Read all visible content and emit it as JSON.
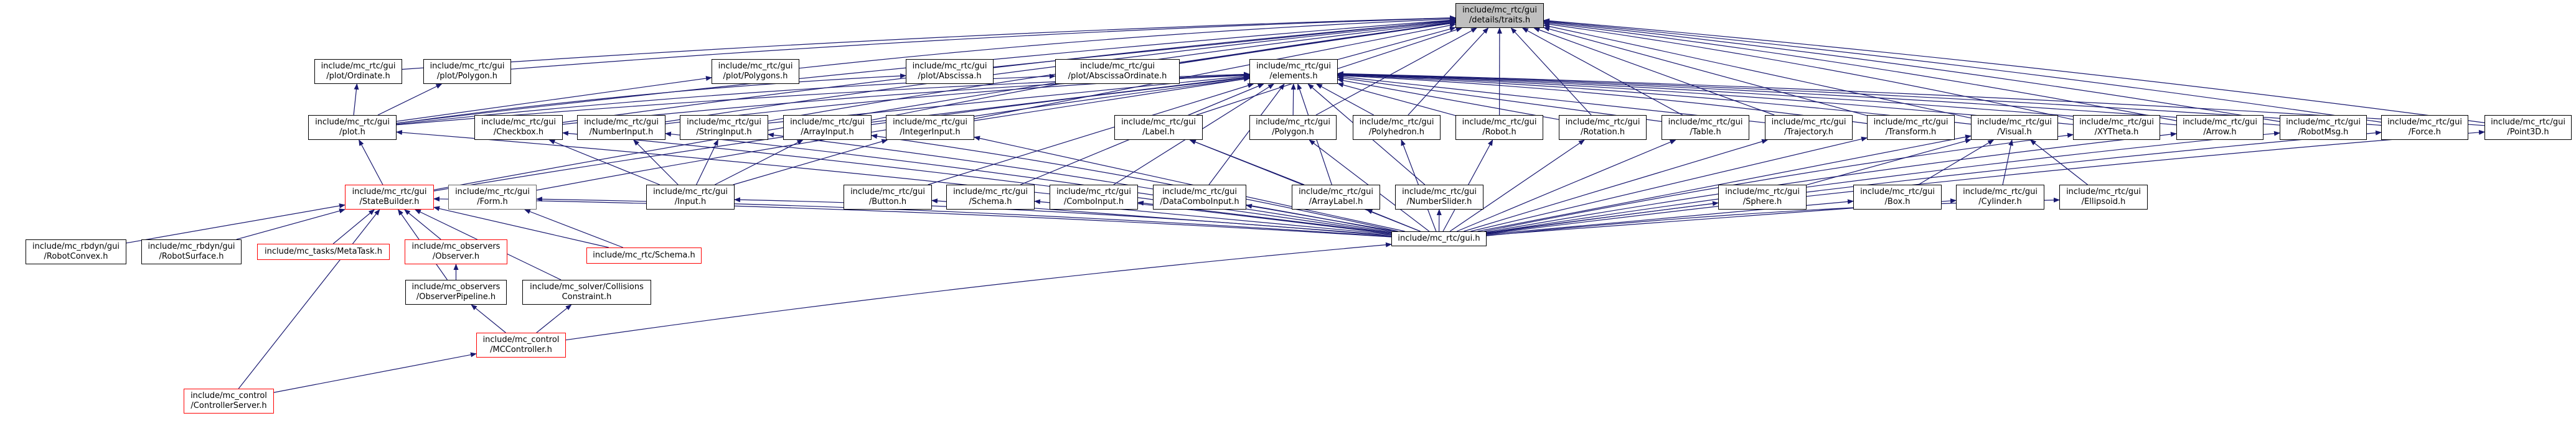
{
  "diagram": {
    "title": "include/mc_rtc/gui/details/traits.h include dependency graph",
    "edge_color": "#191970",
    "nodes": [
      {
        "id": "traits",
        "lines": [
          "include/mc_rtc/gui",
          "/details/traits.h"
        ],
        "style": "current"
      },
      {
        "id": "plot_ordinate",
        "lines": [
          "include/mc_rtc/gui",
          "/plot/Ordinate.h"
        ],
        "style": "normal"
      },
      {
        "id": "plot_polygon",
        "lines": [
          "include/mc_rtc/gui",
          "/plot/Polygon.h"
        ],
        "style": "normal"
      },
      {
        "id": "plot_polygons",
        "lines": [
          "include/mc_rtc/gui",
          "/plot/Polygons.h"
        ],
        "style": "normal"
      },
      {
        "id": "plot_abscissa",
        "lines": [
          "include/mc_rtc/gui",
          "/plot/Abscissa.h"
        ],
        "style": "normal"
      },
      {
        "id": "plot_abscissaordinate",
        "lines": [
          "include/mc_rtc/gui",
          "/plot/AbscissaOrdinate.h"
        ],
        "style": "normal"
      },
      {
        "id": "elements",
        "lines": [
          "include/mc_rtc/gui",
          "/elements.h"
        ],
        "style": "normal"
      },
      {
        "id": "plot",
        "lines": [
          "include/mc_rtc/gui",
          "/plot.h"
        ],
        "style": "normal"
      },
      {
        "id": "checkbox",
        "lines": [
          "include/mc_rtc/gui",
          "/Checkbox.h"
        ],
        "style": "normal"
      },
      {
        "id": "numberinput",
        "lines": [
          "include/mc_rtc/gui",
          "/NumberInput.h"
        ],
        "style": "normal"
      },
      {
        "id": "stringinput",
        "lines": [
          "include/mc_rtc/gui",
          "/StringInput.h"
        ],
        "style": "normal"
      },
      {
        "id": "arrayinput",
        "lines": [
          "include/mc_rtc/gui",
          "/ArrayInput.h"
        ],
        "style": "normal"
      },
      {
        "id": "integerinput",
        "lines": [
          "include/mc_rtc/gui",
          "/IntegerInput.h"
        ],
        "style": "normal"
      },
      {
        "id": "label",
        "lines": [
          "include/mc_rtc/gui",
          "/Label.h"
        ],
        "style": "normal"
      },
      {
        "id": "polygon",
        "lines": [
          "include/mc_rtc/gui",
          "/Polygon.h"
        ],
        "style": "normal"
      },
      {
        "id": "polyhedron",
        "lines": [
          "include/mc_rtc/gui",
          "/Polyhedron.h"
        ],
        "style": "normal"
      },
      {
        "id": "robot",
        "lines": [
          "include/mc_rtc/gui",
          "/Robot.h"
        ],
        "style": "normal"
      },
      {
        "id": "rotation",
        "lines": [
          "include/mc_rtc/gui",
          "/Rotation.h"
        ],
        "style": "normal"
      },
      {
        "id": "table",
        "lines": [
          "include/mc_rtc/gui",
          "/Table.h"
        ],
        "style": "normal"
      },
      {
        "id": "trajectory",
        "lines": [
          "include/mc_rtc/gui",
          "/Trajectory.h"
        ],
        "style": "normal"
      },
      {
        "id": "transform",
        "lines": [
          "include/mc_rtc/gui",
          "/Transform.h"
        ],
        "style": "normal"
      },
      {
        "id": "visual",
        "lines": [
          "include/mc_rtc/gui",
          "/Visual.h"
        ],
        "style": "normal"
      },
      {
        "id": "xytheta",
        "lines": [
          "include/mc_rtc/gui",
          "/XYTheta.h"
        ],
        "style": "normal"
      },
      {
        "id": "arrow",
        "lines": [
          "include/mc_rtc/gui",
          "/Arrow.h"
        ],
        "style": "normal"
      },
      {
        "id": "robotmsg",
        "lines": [
          "include/mc_rtc/gui",
          "/RobotMsg.h"
        ],
        "style": "normal"
      },
      {
        "id": "force",
        "lines": [
          "include/mc_rtc/gui",
          "/Force.h"
        ],
        "style": "normal"
      },
      {
        "id": "point3d",
        "lines": [
          "include/mc_rtc/gui",
          "/Point3D.h"
        ],
        "style": "normal"
      },
      {
        "id": "statebuilder",
        "lines": [
          "include/mc_rtc/gui",
          "/StateBuilder.h"
        ],
        "style": "red"
      },
      {
        "id": "form",
        "lines": [
          "include/mc_rtc/gui",
          "/Form.h"
        ],
        "style": "grey"
      },
      {
        "id": "input",
        "lines": [
          "include/mc_rtc/gui",
          "/Input.h"
        ],
        "style": "normal"
      },
      {
        "id": "button",
        "lines": [
          "include/mc_rtc/gui",
          "/Button.h"
        ],
        "style": "normal"
      },
      {
        "id": "gui_schema",
        "lines": [
          "include/mc_rtc/gui",
          "/Schema.h"
        ],
        "style": "normal"
      },
      {
        "id": "comboinput",
        "lines": [
          "include/mc_rtc/gui",
          "/ComboInput.h"
        ],
        "style": "normal"
      },
      {
        "id": "datacomboinput",
        "lines": [
          "include/mc_rtc/gui",
          "/DataComboInput.h"
        ],
        "style": "normal"
      },
      {
        "id": "arraylabel",
        "lines": [
          "include/mc_rtc/gui",
          "/ArrayLabel.h"
        ],
        "style": "normal"
      },
      {
        "id": "numberslider",
        "lines": [
          "include/mc_rtc/gui",
          "/NumberSlider.h"
        ],
        "style": "normal"
      },
      {
        "id": "sphere",
        "lines": [
          "include/mc_rtc/gui",
          "/Sphere.h"
        ],
        "style": "normal"
      },
      {
        "id": "box",
        "lines": [
          "include/mc_rtc/gui",
          "/Box.h"
        ],
        "style": "normal"
      },
      {
        "id": "cylinder",
        "lines": [
          "include/mc_rtc/gui",
          "/Cylinder.h"
        ],
        "style": "normal"
      },
      {
        "id": "ellipsoid",
        "lines": [
          "include/mc_rtc/gui",
          "/Ellipsoid.h"
        ],
        "style": "normal"
      },
      {
        "id": "robotconvex",
        "lines": [
          "include/mc_rbdyn/gui",
          "/RobotConvex.h"
        ],
        "style": "normal"
      },
      {
        "id": "robotsurface",
        "lines": [
          "include/mc_rbdyn/gui",
          "/RobotSurface.h"
        ],
        "style": "normal"
      },
      {
        "id": "metatask",
        "lines": [
          "include/mc_tasks/MetaTask.h"
        ],
        "style": "red"
      },
      {
        "id": "observer",
        "lines": [
          "include/mc_observers",
          "/Observer.h"
        ],
        "style": "red"
      },
      {
        "id": "rtc_schema",
        "lines": [
          "include/mc_rtc/Schema.h"
        ],
        "style": "red"
      },
      {
        "id": "gui",
        "lines": [
          "include/mc_rtc/gui.h"
        ],
        "style": "normal"
      },
      {
        "id": "observerpipeline",
        "lines": [
          "include/mc_observers",
          "/ObserverPipeline.h"
        ],
        "style": "normal"
      },
      {
        "id": "collisionsconstraint",
        "lines": [
          "include/mc_solver/Collisions",
          "Constraint.h"
        ],
        "style": "normal"
      },
      {
        "id": "mccontroller",
        "lines": [
          "include/mc_control",
          "/MCController.h"
        ],
        "style": "red"
      },
      {
        "id": "controllerserver",
        "lines": [
          "include/mc_control",
          "/ControllerServer.h"
        ],
        "style": "red"
      }
    ],
    "edges": [
      [
        "elements",
        "traits"
      ],
      [
        "plot_ordinate",
        "traits"
      ],
      [
        "plot_polygon",
        "traits"
      ],
      [
        "plot_polygons",
        "traits"
      ],
      [
        "plot_abscissa",
        "traits"
      ],
      [
        "plot_abscissaordinate",
        "traits"
      ],
      [
        "plot",
        "traits"
      ],
      [
        "checkbox",
        "traits"
      ],
      [
        "numberinput",
        "traits"
      ],
      [
        "stringinput",
        "traits"
      ],
      [
        "arrayinput",
        "traits"
      ],
      [
        "integerinput",
        "traits"
      ],
      [
        "label",
        "traits"
      ],
      [
        "polygon",
        "traits"
      ],
      [
        "polyhedron",
        "traits"
      ],
      [
        "robot",
        "traits"
      ],
      [
        "rotation",
        "traits"
      ],
      [
        "table",
        "traits"
      ],
      [
        "trajectory",
        "traits"
      ],
      [
        "transform",
        "traits"
      ],
      [
        "visual",
        "traits"
      ],
      [
        "xytheta",
        "traits"
      ],
      [
        "arrow",
        "traits"
      ],
      [
        "robotmsg",
        "traits"
      ],
      [
        "force",
        "traits"
      ],
      [
        "point3d",
        "traits"
      ],
      [
        "statebuilder",
        "traits"
      ],
      [
        "plot",
        "plot_ordinate"
      ],
      [
        "plot",
        "plot_polygon"
      ],
      [
        "plot",
        "plot_polygons"
      ],
      [
        "plot",
        "plot_abscissa"
      ],
      [
        "plot",
        "plot_abscissaordinate"
      ],
      [
        "plot",
        "elements"
      ],
      [
        "checkbox",
        "elements"
      ],
      [
        "numberinput",
        "elements"
      ],
      [
        "stringinput",
        "elements"
      ],
      [
        "arrayinput",
        "elements"
      ],
      [
        "integerinput",
        "elements"
      ],
      [
        "label",
        "elements"
      ],
      [
        "polygon",
        "elements"
      ],
      [
        "polyhedron",
        "elements"
      ],
      [
        "robot",
        "elements"
      ],
      [
        "rotation",
        "elements"
      ],
      [
        "table",
        "elements"
      ],
      [
        "trajectory",
        "elements"
      ],
      [
        "transform",
        "elements"
      ],
      [
        "visual",
        "elements"
      ],
      [
        "xytheta",
        "elements"
      ],
      [
        "arrow",
        "elements"
      ],
      [
        "robotmsg",
        "elements"
      ],
      [
        "force",
        "elements"
      ],
      [
        "point3d",
        "elements"
      ],
      [
        "statebuilder",
        "elements"
      ],
      [
        "form",
        "elements"
      ],
      [
        "button",
        "elements"
      ],
      [
        "gui_schema",
        "elements"
      ],
      [
        "comboinput",
        "elements"
      ],
      [
        "datacomboinput",
        "elements"
      ],
      [
        "arraylabel",
        "elements"
      ],
      [
        "numberslider",
        "elements"
      ],
      [
        "sphere",
        "visual"
      ],
      [
        "box",
        "visual"
      ],
      [
        "cylinder",
        "visual"
      ],
      [
        "ellipsoid",
        "visual"
      ],
      [
        "input",
        "checkbox"
      ],
      [
        "input",
        "numberinput"
      ],
      [
        "input",
        "stringinput"
      ],
      [
        "input",
        "arrayinput"
      ],
      [
        "input",
        "integerinput"
      ],
      [
        "arraylabel",
        "label"
      ],
      [
        "statebuilder",
        "plot"
      ],
      [
        "robotconvex",
        "statebuilder"
      ],
      [
        "robotsurface",
        "statebuilder"
      ],
      [
        "metatask",
        "statebuilder"
      ],
      [
        "observer",
        "statebuilder"
      ],
      [
        "observerpipeline",
        "statebuilder"
      ],
      [
        "collisionsconstraint",
        "statebuilder"
      ],
      [
        "controllerserver",
        "statebuilder"
      ],
      [
        "rtc_schema",
        "statebuilder"
      ],
      [
        "rtc_schema",
        "form"
      ],
      [
        "observerpipeline",
        "observer"
      ],
      [
        "mccontroller",
        "observerpipeline"
      ],
      [
        "mccontroller",
        "collisionsconstraint"
      ],
      [
        "controllerserver",
        "mccontroller"
      ],
      [
        "mccontroller",
        "gui"
      ],
      [
        "gui",
        "plot"
      ],
      [
        "gui",
        "checkbox"
      ],
      [
        "gui",
        "numberinput"
      ],
      [
        "gui",
        "stringinput"
      ],
      [
        "gui",
        "arrayinput"
      ],
      [
        "gui",
        "integerinput"
      ],
      [
        "gui",
        "label"
      ],
      [
        "gui",
        "polygon"
      ],
      [
        "gui",
        "polyhedron"
      ],
      [
        "gui",
        "robot"
      ],
      [
        "gui",
        "rotation"
      ],
      [
        "gui",
        "table"
      ],
      [
        "gui",
        "trajectory"
      ],
      [
        "gui",
        "transform"
      ],
      [
        "gui",
        "visual"
      ],
      [
        "gui",
        "xytheta"
      ],
      [
        "gui",
        "arrow"
      ],
      [
        "gui",
        "robotmsg"
      ],
      [
        "gui",
        "force"
      ],
      [
        "gui",
        "point3d"
      ],
      [
        "gui",
        "statebuilder"
      ],
      [
        "gui",
        "form"
      ],
      [
        "gui",
        "input"
      ],
      [
        "gui",
        "button"
      ],
      [
        "gui",
        "gui_schema"
      ],
      [
        "gui",
        "comboinput"
      ],
      [
        "gui",
        "datacomboinput"
      ],
      [
        "gui",
        "arraylabel"
      ],
      [
        "gui",
        "numberslider"
      ],
      [
        "gui",
        "sphere"
      ],
      [
        "gui",
        "box"
      ],
      [
        "gui",
        "cylinder"
      ],
      [
        "gui",
        "ellipsoid"
      ]
    ]
  }
}
